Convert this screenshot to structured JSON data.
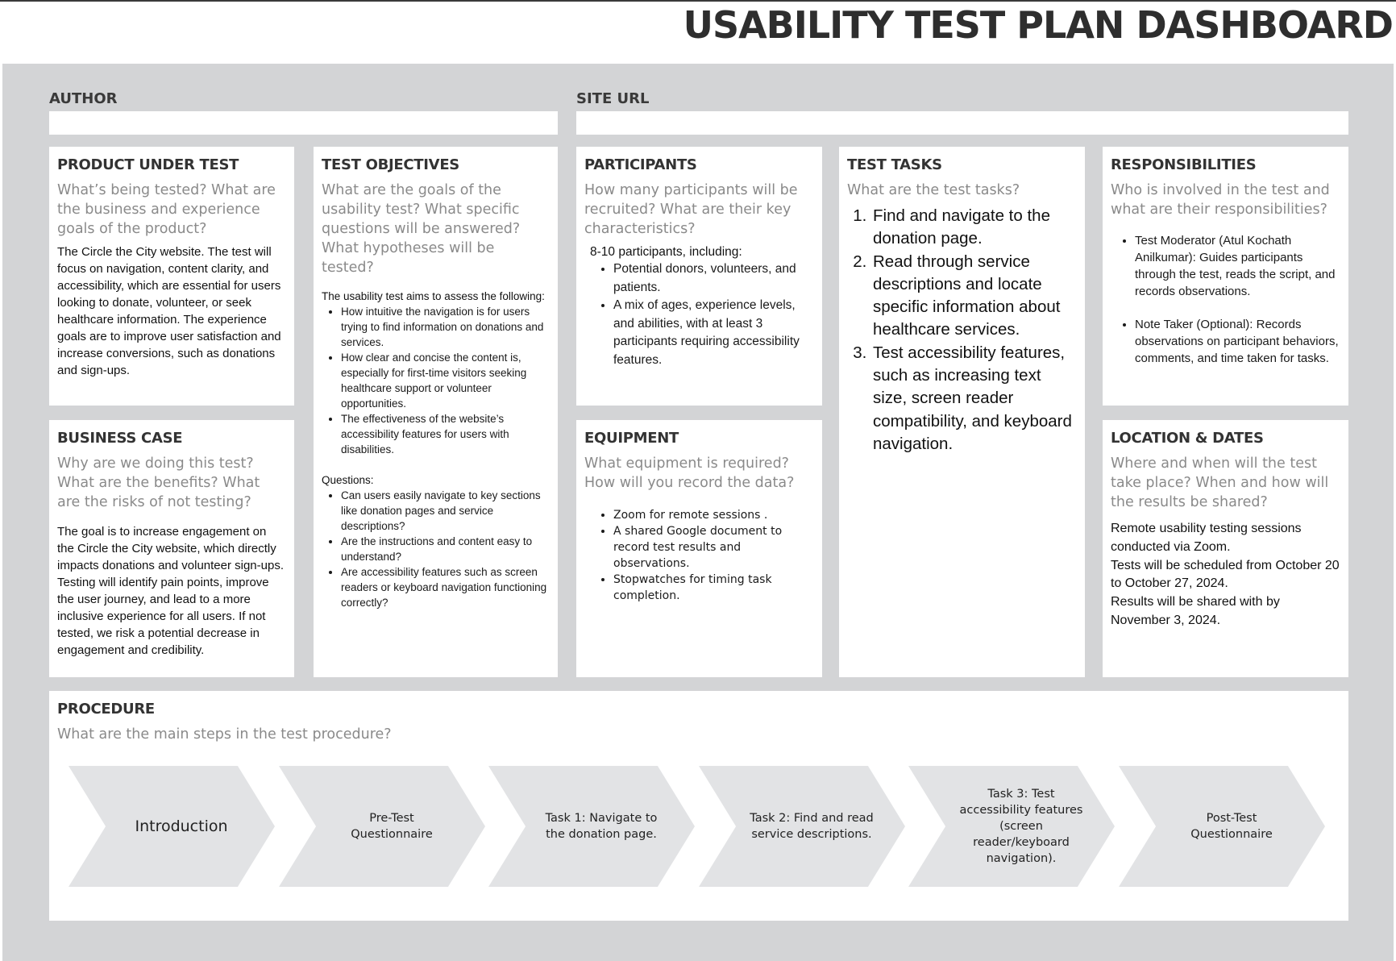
{
  "title": "USABILITY TEST PLAN DASHBOARD",
  "author": {
    "label": "AUTHOR",
    "value": ""
  },
  "site_url": {
    "label": "SITE URL",
    "value": ""
  },
  "product": {
    "title": "PRODUCT UNDER TEST",
    "prompt": "What’s being tested? What are the business and experience goals of the product?",
    "body": "The Circle the City website. The test will focus on navigation, content clarity, and accessibility, which are essential for users looking to donate, volunteer, or seek healthcare information. The experience goals are to improve user satisfaction and increase conversions, such as donations and sign-ups."
  },
  "business": {
    "title": "BUSINESS CASE",
    "prompt": "Why are we doing this test? What are the benefits? What are the risks of not testing?",
    "body": "The goal is to increase engagement on the Circle the City website, which directly impacts donations and volunteer sign-ups. Testing will identify pain points, improve the user journey, and lead to a more inclusive experience for all users. If not tested, we risk a potential decrease in engagement and credibility."
  },
  "objectives": {
    "title": "TEST OBJECTIVES",
    "prompt": "What are the goals of the usability test? What specific questions will be answered? What hypotheses will be tested?",
    "intro": "The usability test aims to assess the following:",
    "aims": [
      "How intuitive the navigation is for users trying to find information on donations and services.",
      "How clear and concise the content is, especially for first-time visitors seeking healthcare support or volunteer opportunities.",
      "The effectiveness of the website’s accessibility features for users with disabilities."
    ],
    "questions_label": "Questions:",
    "questions": [
      "Can users easily navigate to key sections like donation pages and service descriptions?",
      "Are the instructions and content easy to understand?",
      "Are accessibility features such as screen readers or keyboard navigation functioning correctly?"
    ]
  },
  "participants": {
    "title": "PARTICIPANTS",
    "prompt": "How many participants will be recruited? What are their key characteristics?",
    "intro": "8-10 participants, including:",
    "items": [
      "Potential donors, volunteers, and patients.",
      "A mix of ages, experience levels, and abilities, with at least 3 participants requiring accessibility features."
    ]
  },
  "equipment": {
    "title": "EQUIPMENT",
    "prompt": "What equipment is required? How will you record the data?",
    "items": [
      "Zoom for remote sessions .",
      "A shared Google document to record test results and observations.",
      "Stopwatches for timing task completion."
    ]
  },
  "tasks": {
    "title": "TEST TASKS",
    "prompt": "What are the test tasks?",
    "items": [
      "Find and navigate to the donation page.",
      "Read through service descriptions and locate specific information about healthcare services.",
      "Test accessibility features, such as increasing text size, screen reader compatibility, and keyboard navigation."
    ]
  },
  "responsibilities": {
    "title": "RESPONSIBILITIES",
    "prompt": "Who is involved in the test and what are their responsibilities?",
    "items": [
      "Test Moderator (Atul Kochath Anilkumar): Guides participants through the test, reads the script, and records observations.",
      "Note Taker (Optional): Records observations on participant behaviors, comments, and time taken for tasks."
    ]
  },
  "location": {
    "title": "LOCATION & DATES",
    "prompt": "Where and when will the test take place? When and how will the results be shared?",
    "lines": [
      "Remote usability testing sessions conducted via Zoom.",
      "Tests will be scheduled from October 20 to October 27, 2024.",
      "Results will be shared with  by November 3, 2024."
    ]
  },
  "procedure": {
    "title": "PROCEDURE",
    "prompt": "What are the main steps in the test procedure?",
    "steps": [
      "Introduction",
      "Pre-Test Questionnaire",
      "Task 1: Navigate to the donation page.",
      "Task 2: Find and read service descriptions.",
      "Task 3: Test accessibility features (screen reader/keyboard navigation).",
      "Post-Test Questionnaire"
    ]
  }
}
